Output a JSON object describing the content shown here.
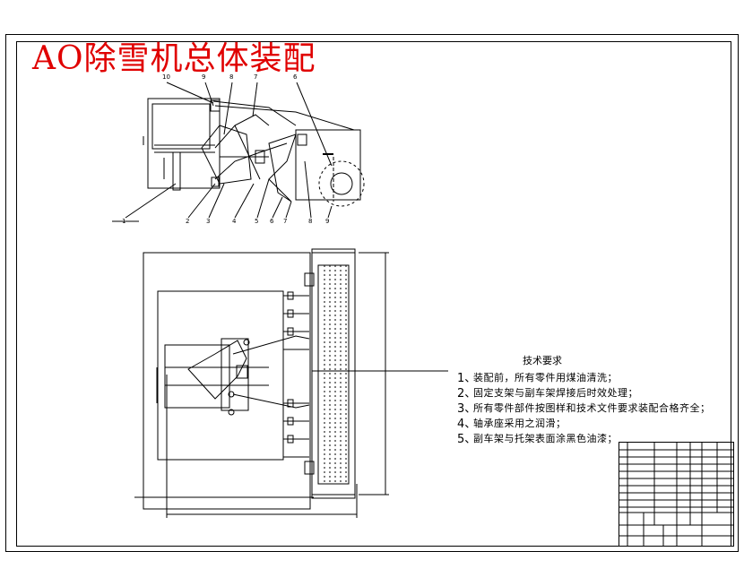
{
  "drawing_title": "AO除雪机总体装配",
  "balloons_top": [
    "10",
    "9",
    "8",
    "7",
    "6"
  ],
  "balloons_bottom": [
    "1",
    "2",
    "3",
    "4",
    "5",
    "6",
    "7",
    "8",
    "9"
  ],
  "tech_requirements": {
    "heading": "技术要求",
    "items": [
      {
        "no": "1、",
        "text": "装配前，所有零件用煤油清洗；"
      },
      {
        "no": "2、",
        "text": "固定支架与副车架焊接后时效处理；"
      },
      {
        "no": "3、",
        "text": "所有零件部件按图样和技术文件要求装配合格齐全；"
      },
      {
        "no": "4、",
        "text": "轴承座采用之润滑；"
      },
      {
        "no": "5、",
        "text": "副车架与托架表面涂黑色油漆；"
      }
    ]
  },
  "colors": {
    "title": "#e00000",
    "line": "#000000",
    "paper": "#ffffff"
  }
}
